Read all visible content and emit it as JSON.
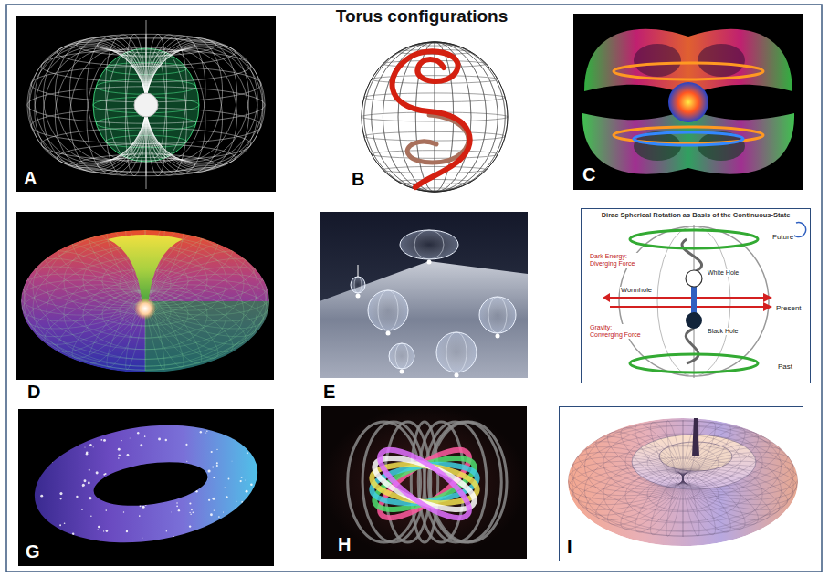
{
  "diagram": {
    "title": "Torus configurations",
    "nodes": [
      {
        "text": [
          "A"
        ]
      },
      {
        "text": [
          "B"
        ]
      },
      {
        "text": [
          "C"
        ]
      },
      {
        "text": [
          "D"
        ]
      },
      {
        "text": [
          "E"
        ]
      },
      {
        "text": [
          "Dirac Spherical Rotation as Basis of the Continuous-State",
          "Future",
          "Dark Energy: Diverging Force",
          "White Hole",
          "Wormhole",
          "Present",
          "Gravity: Converging Force",
          "Black Hole",
          "Past"
        ]
      },
      {
        "text": [
          "G"
        ]
      },
      {
        "text": [
          "H"
        ]
      },
      {
        "text": [
          "I"
        ]
      }
    ]
  }
}
